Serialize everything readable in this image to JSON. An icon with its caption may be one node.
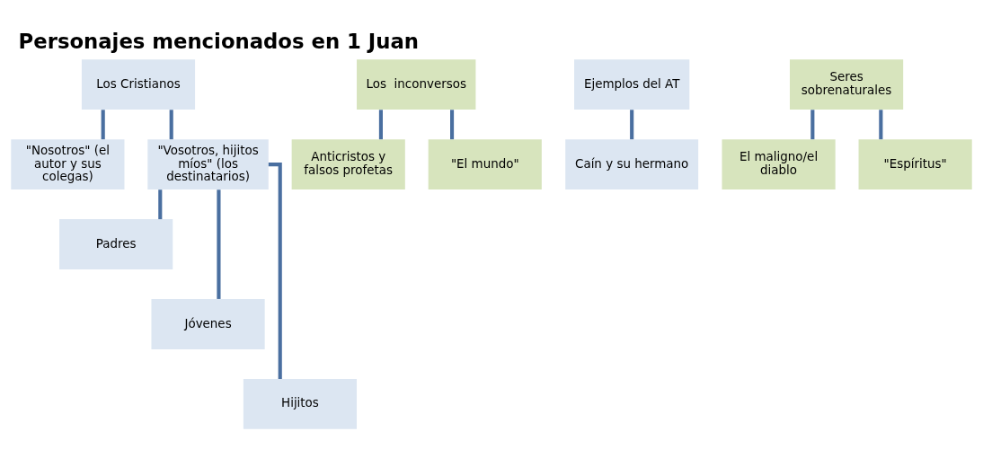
{
  "diagram": {
    "title": "Personajes mencionados en 1 Juan",
    "nodes": [
      {
        "text": [
          "Los Cristianos"
        ]
      },
      {
        "text": [
          "\"Nosotros\" (el autor y sus colegas)"
        ]
      },
      {
        "text": [
          "\"Vosotros, hijitos míos\" (los destinatarios)"
        ]
      },
      {
        "text": [
          "Padres"
        ]
      },
      {
        "text": [
          "Jóvenes"
        ]
      },
      {
        "text": [
          "Hijitos"
        ]
      },
      {
        "text": [
          "Los  inconversos"
        ]
      },
      {
        "text": [
          "Anticristos y falsos profetas"
        ]
      },
      {
        "text": [
          "\"El mundo\""
        ]
      },
      {
        "text": [
          "Ejemplos del AT"
        ]
      },
      {
        "text": [
          "Caín y su hermano"
        ]
      },
      {
        "text": [
          "Seres sobrenaturales"
        ]
      },
      {
        "text": [
          "El maligno/el diablo"
        ]
      },
      {
        "text": [
          "\"Espíritus\""
        ]
      }
    ],
    "edges": [
      {
        "from": 0,
        "to": 1,
        "arrow": "none"
      },
      {
        "from": 0,
        "to": 2,
        "arrow": "none"
      },
      {
        "from": 2,
        "to": 3,
        "arrow": "none"
      },
      {
        "from": 2,
        "to": 4,
        "arrow": "none"
      },
      {
        "from": 2,
        "to": 5,
        "arrow": "none"
      },
      {
        "from": 6,
        "to": 7,
        "arrow": "none"
      },
      {
        "from": 6,
        "to": 8,
        "arrow": "none"
      },
      {
        "from": 9,
        "to": 10,
        "arrow": "none"
      },
      {
        "from": 11,
        "to": 12,
        "arrow": "none"
      },
      {
        "from": 11,
        "to": 13,
        "arrow": "none"
      }
    ]
  }
}
